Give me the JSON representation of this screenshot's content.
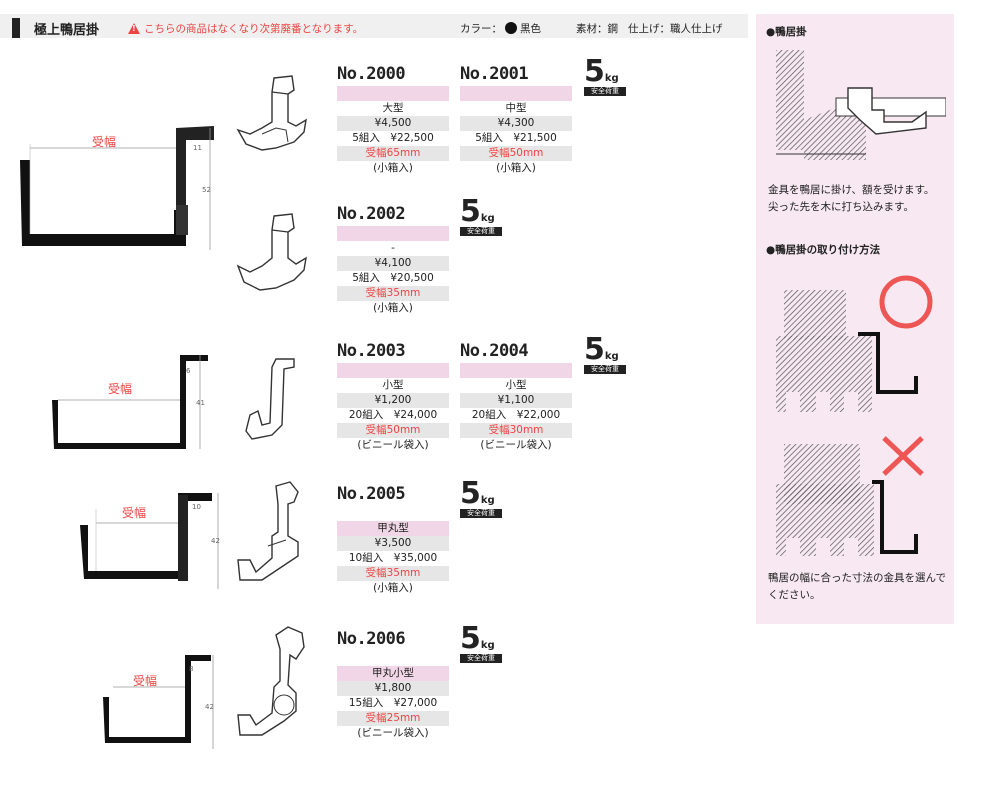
{
  "header": {
    "title": "極上鴨居掛",
    "notice": "こちらの商品はなくなり次第廃番となります。",
    "color_label": "カラー：",
    "color_value": "黒色",
    "material": "素材：鋼",
    "finish": "仕上げ：職人仕上げ"
  },
  "diagram_labels": {
    "width_label": "受幅",
    "d1": {
      "top": "11",
      "height": "52"
    },
    "d2": {
      "top": "6",
      "height": "41"
    },
    "d3": {
      "top": "10",
      "height": "42"
    },
    "d4": {
      "top": "8",
      "height": "42"
    }
  },
  "load": {
    "value": "5",
    "unit": "kg",
    "label": "安全荷重"
  },
  "products": [
    {
      "no": "No.2000",
      "type": "大型",
      "price": "¥4,500",
      "set": "5組入　¥22,500",
      "width": "受幅65mm",
      "pack": "(小箱入)"
    },
    {
      "no": "No.2001",
      "type": "中型",
      "price": "¥4,300",
      "set": "5組入　¥21,500",
      "width": "受幅50mm",
      "pack": "(小箱入)"
    },
    {
      "no": "No.2002",
      "type": "-",
      "price": "¥4,100",
      "set": "5組入　¥20,500",
      "width": "受幅35mm",
      "pack": "(小箱入)"
    },
    {
      "no": "No.2003",
      "type": "小型",
      "price": "¥1,200",
      "set": "20組入　¥24,000",
      "width": "受幅50mm",
      "pack": "(ビニール袋入)"
    },
    {
      "no": "No.2004",
      "type": "小型",
      "price": "¥1,100",
      "set": "20組入　¥22,000",
      "width": "受幅30mm",
      "pack": "(ビニール袋入)"
    },
    {
      "no": "No.2005",
      "type": "甲丸型",
      "price": "¥3,500",
      "set": "10組入　¥35,000",
      "width": "受幅35mm",
      "pack": "(小箱入)"
    },
    {
      "no": "No.2006",
      "type": "甲丸小型",
      "price": "¥1,800",
      "set": "15組入　¥27,000",
      "width": "受幅25mm",
      "pack": "(ビニール袋入)"
    }
  ],
  "side": {
    "caption1": "●鴨居掛",
    "text1": [
      "金具を鴨居に掛け、額を受けます。",
      "尖った先を木に打ち込みます。"
    ],
    "caption2": "●鴨居掛の取り付け方法",
    "text2": [
      "鴨居の幅に合った寸法の金具を選んで",
      "ください。"
    ]
  }
}
